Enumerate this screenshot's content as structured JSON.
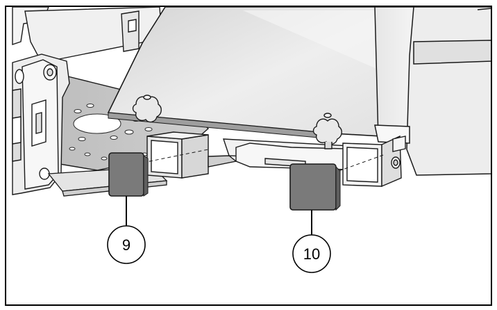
{
  "figure": {
    "callouts": [
      {
        "id": "9",
        "label": "9",
        "part": "plug-cap"
      },
      {
        "id": "10",
        "label": "10",
        "part": "plug-cap"
      }
    ],
    "colors": {
      "frame": "#000000",
      "body_light": "#f2f2f2",
      "body_mid": "#dcdcdc",
      "body_dark": "#bdbdbd",
      "plug": "#7a7a7a",
      "outline": "#1a1a1a"
    }
  }
}
